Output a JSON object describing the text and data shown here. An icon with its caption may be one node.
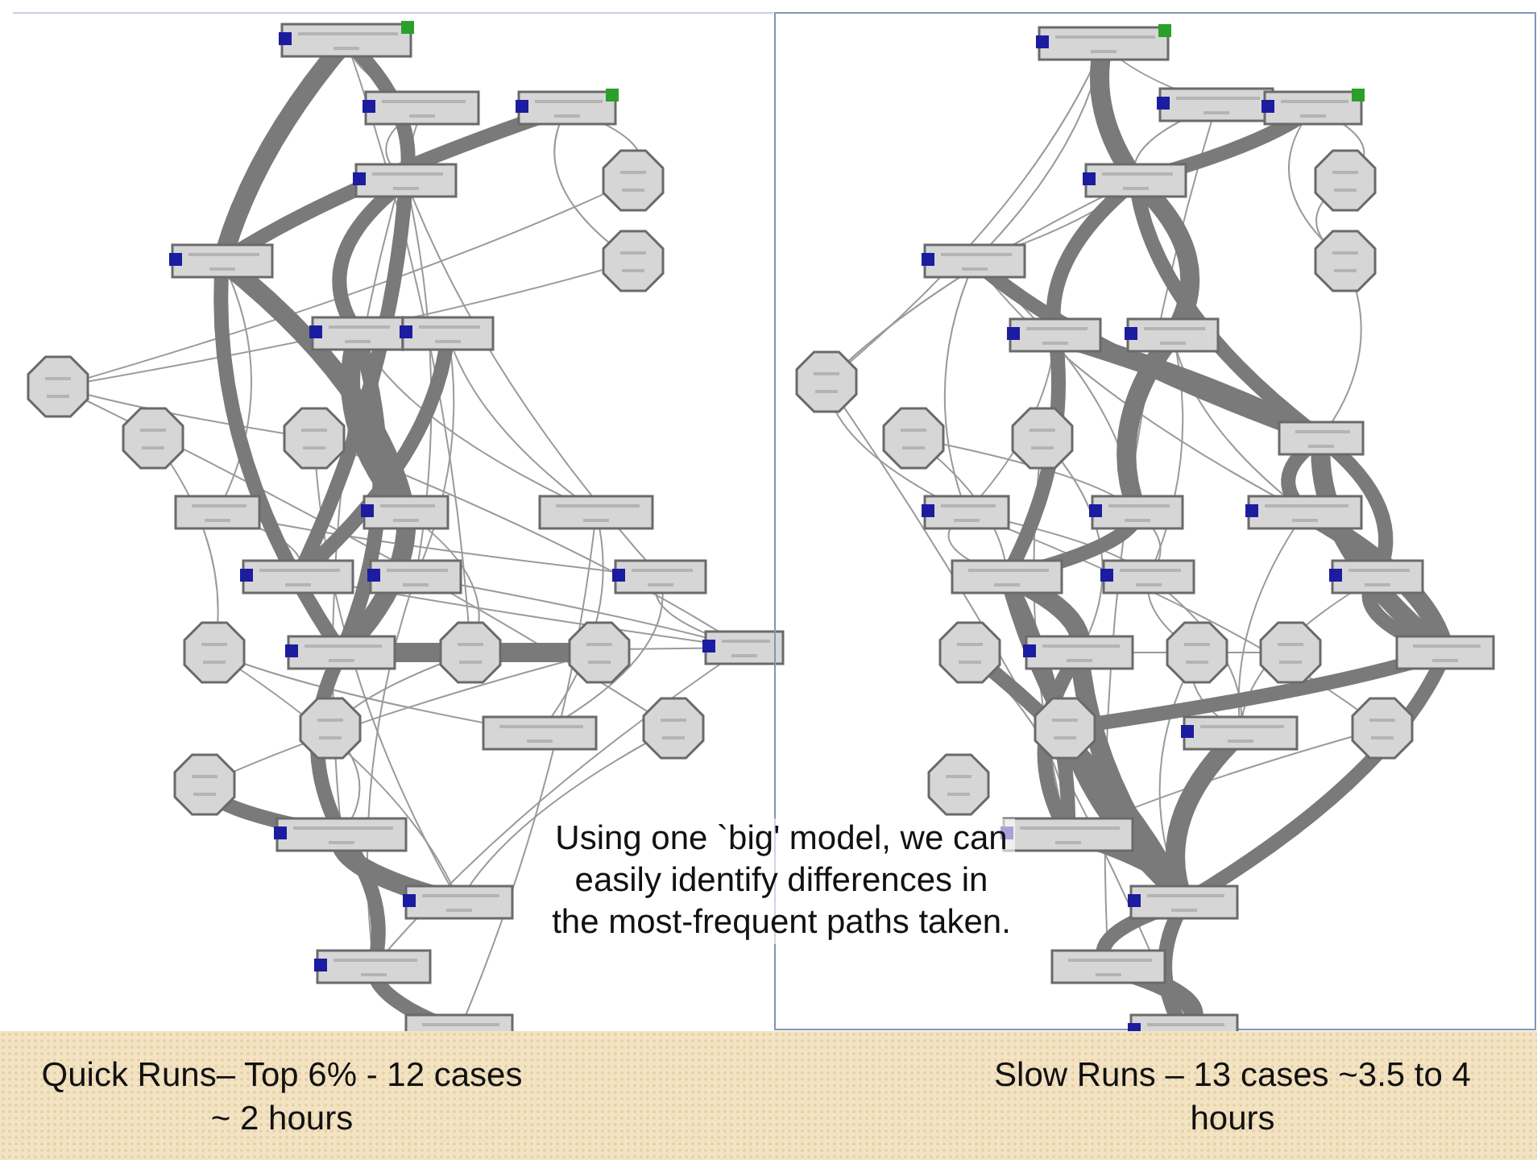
{
  "diagram": {
    "labels": [
      "Using one `big' model, we can easily identify differences in the most-frequent paths taken.",
      "Quick Runs– Top 6% - 12 cases ~ 2 hours",
      "Slow  Runs – 13 cases ~3.5 to 4 hours"
    ]
  }
}
